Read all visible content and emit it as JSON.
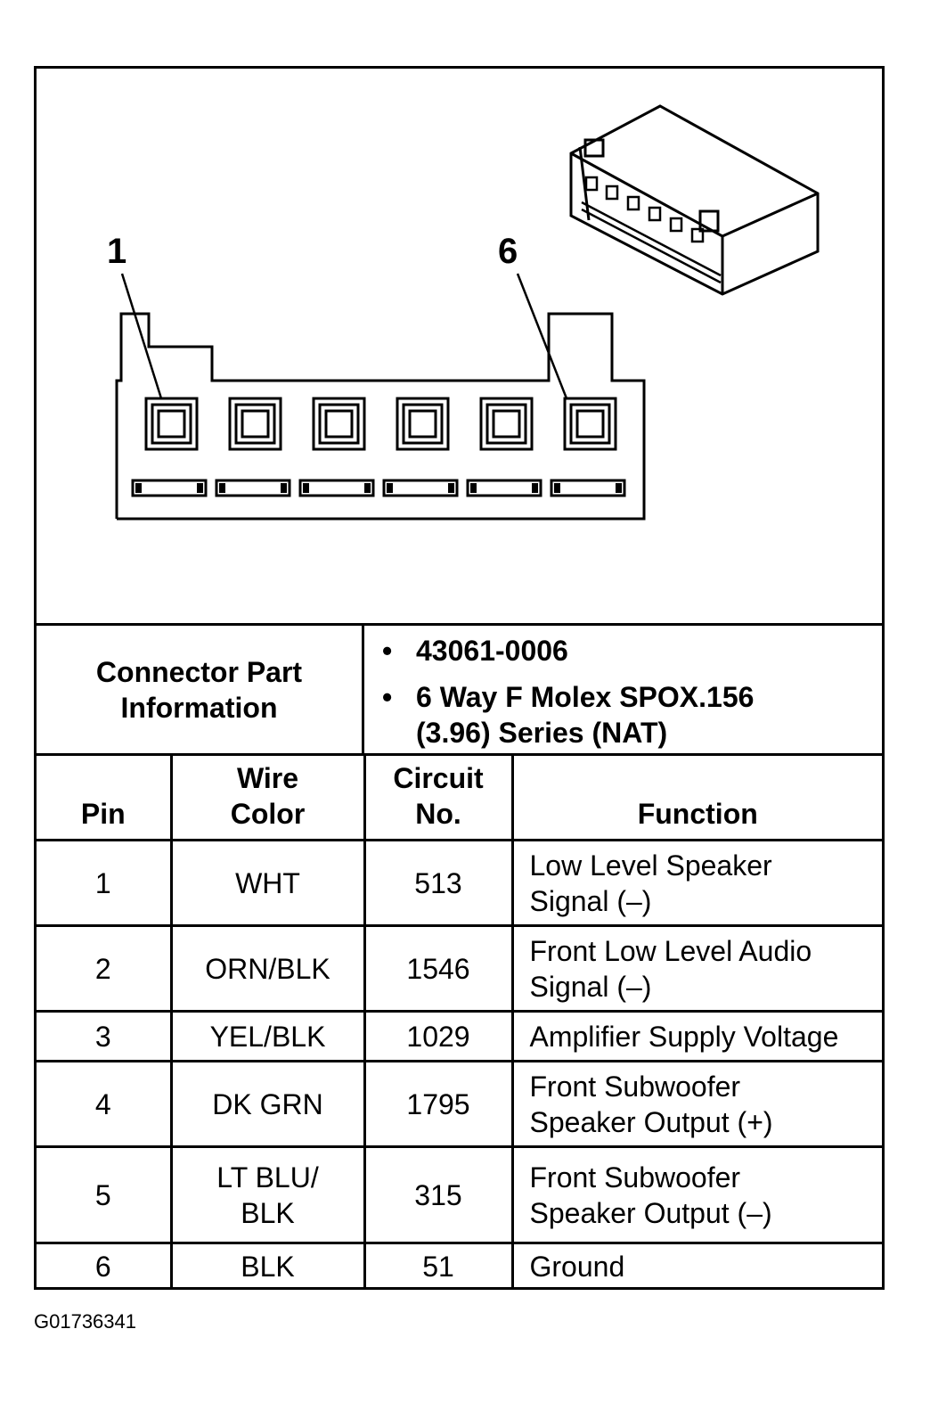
{
  "connector": {
    "pin_first_label": "1",
    "pin_last_label": "6",
    "pin_count": 6
  },
  "info": {
    "heading_line1": "Connector Part",
    "heading_line2": "Information",
    "part_number": "43061-0006",
    "description_line1": "6 Way F Molex SPOX.156",
    "description_line2": "(3.96) Series (NAT)",
    "bullet_glyph": "•"
  },
  "table": {
    "headers": {
      "pin": "Pin",
      "wire_color_line1": "Wire",
      "wire_color_line2": "Color",
      "circuit_line1": "Circuit",
      "circuit_line2": "No.",
      "function": "Function"
    },
    "rows": [
      {
        "pin": "1",
        "wire": [
          "WHT"
        ],
        "circuit": "513",
        "function": [
          "Low Level Speaker",
          "Signal (–)"
        ]
      },
      {
        "pin": "2",
        "wire": [
          "ORN/BLK"
        ],
        "circuit": "1546",
        "function": [
          "Front Low Level Audio",
          "Signal (–)"
        ]
      },
      {
        "pin": "3",
        "wire": [
          "YEL/BLK"
        ],
        "circuit": "1029",
        "function": [
          "Amplifier Supply Voltage"
        ]
      },
      {
        "pin": "4",
        "wire": [
          "DK GRN"
        ],
        "circuit": "1795",
        "function": [
          "Front Subwoofer",
          "Speaker Output (+)"
        ]
      },
      {
        "pin": "5",
        "wire": [
          "LT BLU/",
          "BLK"
        ],
        "circuit": "315",
        "function": [
          "Front Subwoofer",
          "Speaker Output (–)"
        ]
      },
      {
        "pin": "6",
        "wire": [
          "BLK"
        ],
        "circuit": "51",
        "function": [
          "Ground"
        ]
      }
    ]
  },
  "figure_id": "G01736341"
}
